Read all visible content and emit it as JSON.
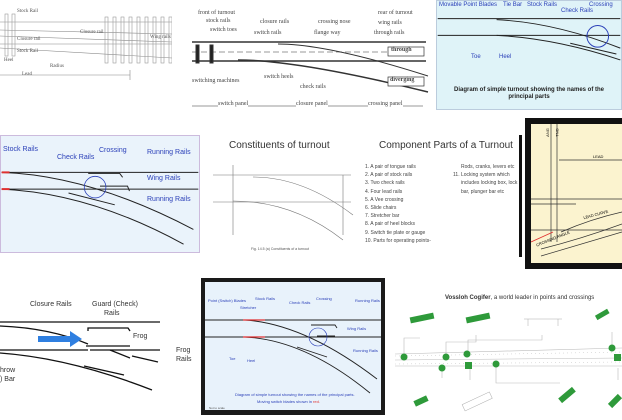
{
  "results": [
    {
      "labels": [
        "Stock Rail",
        "Closure rail",
        "Stock Rail",
        "Heel",
        "Radius",
        "Lead",
        "Closure rail",
        "Wing rails"
      ]
    },
    {
      "labels": [
        "front of turnout",
        "stock rails",
        "switch toes",
        "closure rails",
        "switch rails",
        "crossing nose",
        "flange way",
        "rear of turnout",
        "wing rails",
        "through rails",
        "through",
        "diverging",
        "switching machines",
        "switch heels",
        "check rails",
        "switch panel",
        "closure panel",
        "crossing panel"
      ]
    },
    {
      "labels": [
        "Movable Point Blades",
        "Tie Bar",
        "Stock Rails",
        "Check Rails",
        "Crossing",
        "Toe",
        "Heel"
      ],
      "caption": "Diagram of simple turnout showing the names of the principal parts"
    },
    {
      "labels": [
        "Stock Rails",
        "Check Rails",
        "Crossing",
        "Running Rails",
        "Wing Rails",
        "Running Rails"
      ]
    },
    {
      "title": "Constituents of turnout",
      "figure_caption": "Fig. 14.5 (a)  Constituents of a turnout"
    },
    {
      "title": "Component Parts of a Turnout",
      "items": [
        "1.  A pair of tongue rails",
        "2.  A pair of stock rails",
        "3.  Two check rails",
        "4.  Four lead rails",
        "5.  A Vee crossing",
        "6.  Slide chairs",
        "7.  Stretcher bar",
        "8.  A pair of heel blocks",
        "9.  Switch tie plate or gauge",
        "10. Parts for operating points-"
      ],
      "items_col2": [
        "Rods, cranks, levers etc",
        "11. Locking system which",
        "includes locking box, lock",
        "bar, plunger bar etc"
      ]
    },
    {
      "labels": [
        "ANG",
        "TNG",
        "LEAD",
        "LEAD CURVE",
        "CROSSING ANGLE"
      ]
    },
    {
      "labels": [
        "Closure Rails",
        "Guard (Check)",
        "Rails",
        "Frog",
        "Frog",
        "Rails",
        "hrow",
        ") Bar"
      ]
    },
    {
      "labels": [
        "Point (Switch) Blades",
        "Stretcher",
        "Stock Rails",
        "Check Rails",
        "Crossing",
        "Running Rails",
        "Wing Rails",
        "Running Rails",
        "Toe",
        "Heel"
      ],
      "caption": "Diagram of simple turnout showing the names of the principal parts.",
      "caption2_prefix": "Moving switch blades shown in ",
      "caption2_red": "red.",
      "note": "Not to scale"
    },
    {
      "brand": "Vossloh Cogifer",
      "tagline": ", a world leader in points and crossings"
    }
  ],
  "colors": {
    "blue_label": "#2a3fb8",
    "accent_green": "#2e9a3a",
    "red_blade": "#e03030",
    "arrow_blue": "#2f7fe0"
  }
}
